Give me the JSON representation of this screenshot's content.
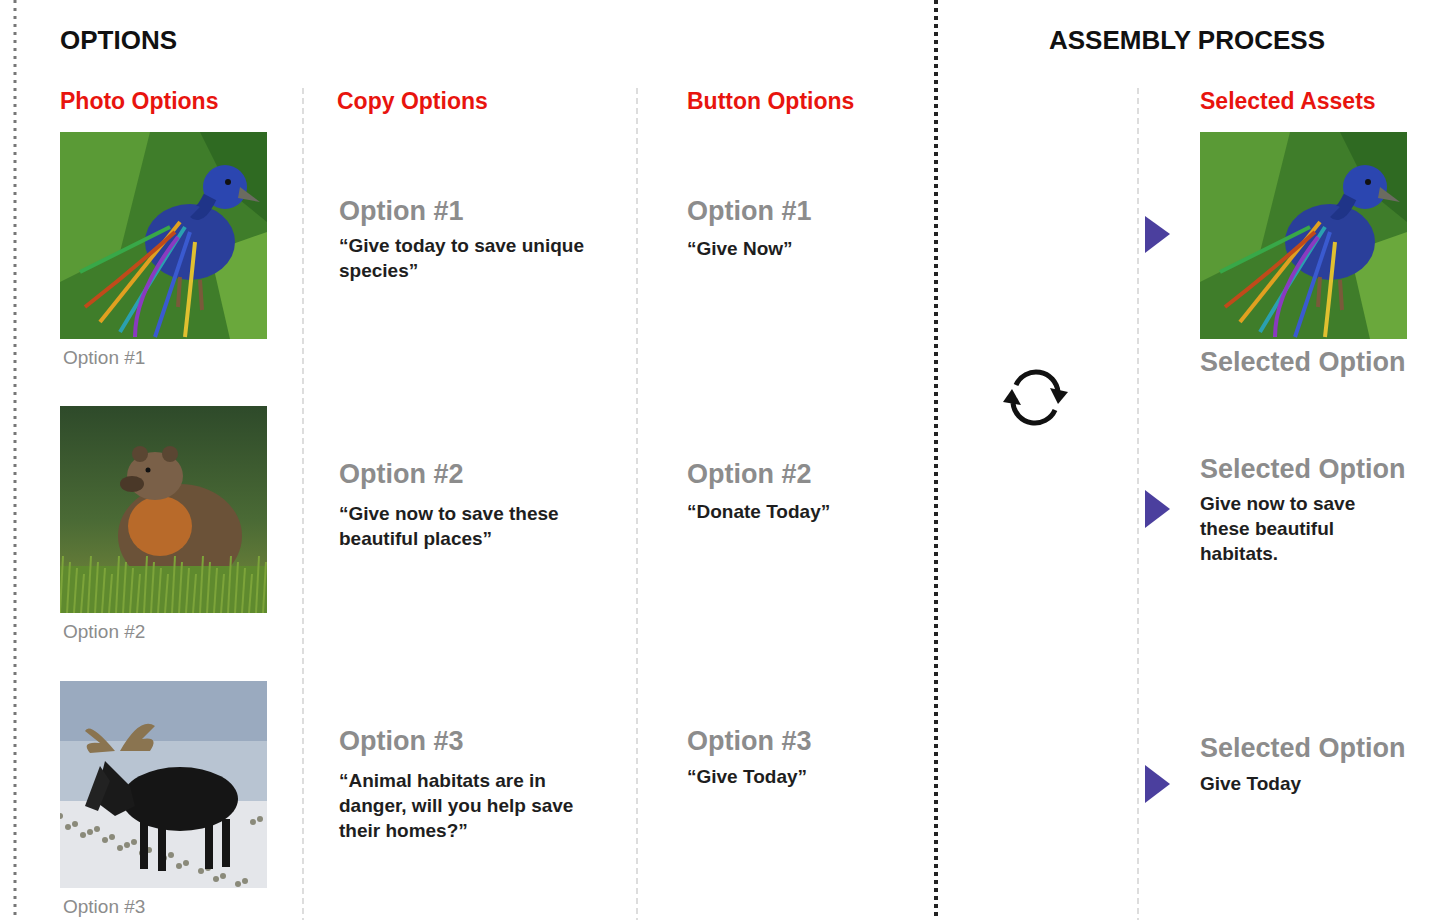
{
  "diagram": {
    "nodes": [
      {
        "text": [
          "Option #1"
        ]
      },
      {
        "text": [
          "Option #2"
        ]
      },
      {
        "text": [
          "Option #3"
        ]
      },
      {
        "text": [
          "Selected Option"
        ]
      }
    ],
    "labels": [
      "OPTIONS",
      "ASSEMBLY PROCESS",
      "Photo Options",
      "Copy Options",
      "Button Options",
      "Selected Assets",
      "Option #1",
      "“Give today to save unique species”",
      "Option #1",
      "“Give Now”",
      "Option #2",
      "“Give now to save these beautiful places”",
      "Option #2",
      "“Donate Today”",
      "Option #3",
      "“Animal habitats are in danger, will you help save their homes?”",
      "Option #3",
      "“Give Today”",
      "Selected Option",
      "Give now to save these beautiful habitats.",
      "Selected Option",
      "Give Today"
    ]
  }
}
